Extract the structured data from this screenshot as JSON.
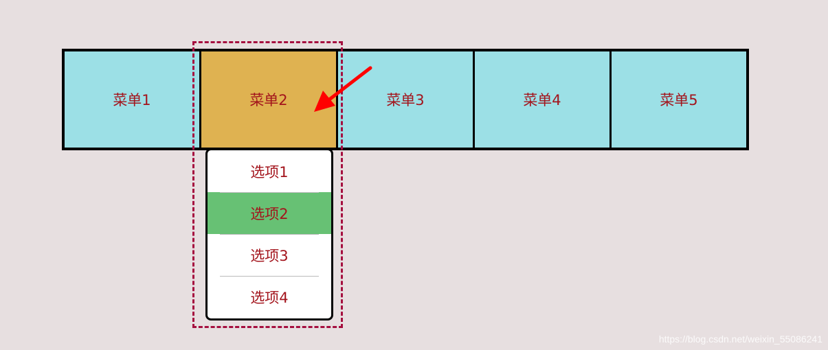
{
  "menu": {
    "items": [
      {
        "label": "菜单1"
      },
      {
        "label": "菜单2"
      },
      {
        "label": "菜单3"
      },
      {
        "label": "菜单4"
      },
      {
        "label": "菜单5"
      }
    ],
    "active_index": 1
  },
  "dropdown": {
    "options": [
      {
        "label": "选项1"
      },
      {
        "label": "选项2"
      },
      {
        "label": "选项3"
      },
      {
        "label": "选项4"
      }
    ],
    "selected_index": 1
  },
  "watermark": "https://blog.csdn.net/weixin_55086241",
  "colors": {
    "menu_bg": "#9ce0e6",
    "active_bg": "#dfb251",
    "selected_bg": "#67c174",
    "text": "#a3141c",
    "highlight_box": "#a50f3f",
    "arrow": "#ff0000"
  }
}
